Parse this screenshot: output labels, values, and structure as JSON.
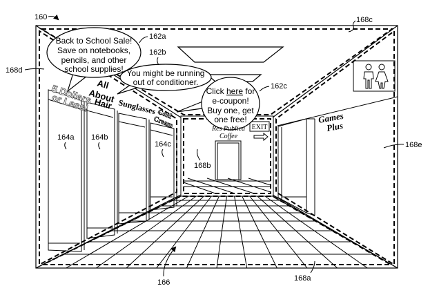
{
  "figure": {
    "figure_ref": "160",
    "bubbles": [
      {
        "ref": "162a",
        "lines": [
          "Back to School Sale!",
          "Save on notebooks,",
          "pencils, and other",
          "school supplies!"
        ]
      },
      {
        "ref": "162b",
        "lines": [
          "You might be running",
          "out of conditioner."
        ]
      },
      {
        "ref": "162c",
        "lines_pre": "Click ",
        "link": "here",
        "lines_post": " for",
        "lines": [
          "e-coupon!",
          "Buy one, get",
          "one free!"
        ]
      }
    ],
    "store_signs": {
      "five_dollars_line1": "5 Dollars",
      "five_dollars_line2": "or Less!",
      "all_about_hair_line1": "All",
      "all_about_hair_line2": "About",
      "all_about_hair_line3": "Hair",
      "sunglasses": "Sunglasses +",
      "cold_cream_line1": "Cold",
      "cold_cream_line2": "Cream",
      "games_plus_line1": "Games",
      "games_plus_line2": "Plus",
      "coffee_line1": "Res Publica",
      "coffee_line2": "Coffee",
      "exit": "EXIT"
    },
    "refs": {
      "store_a": "164a",
      "store_b": "164b",
      "store_c": "164c",
      "floor": "166",
      "floor_region": "168a",
      "back_wall": "168b",
      "ceiling": "168c",
      "left_wall": "168d",
      "right_wall": "168e"
    },
    "restroom_sign": "restroom-icon"
  }
}
